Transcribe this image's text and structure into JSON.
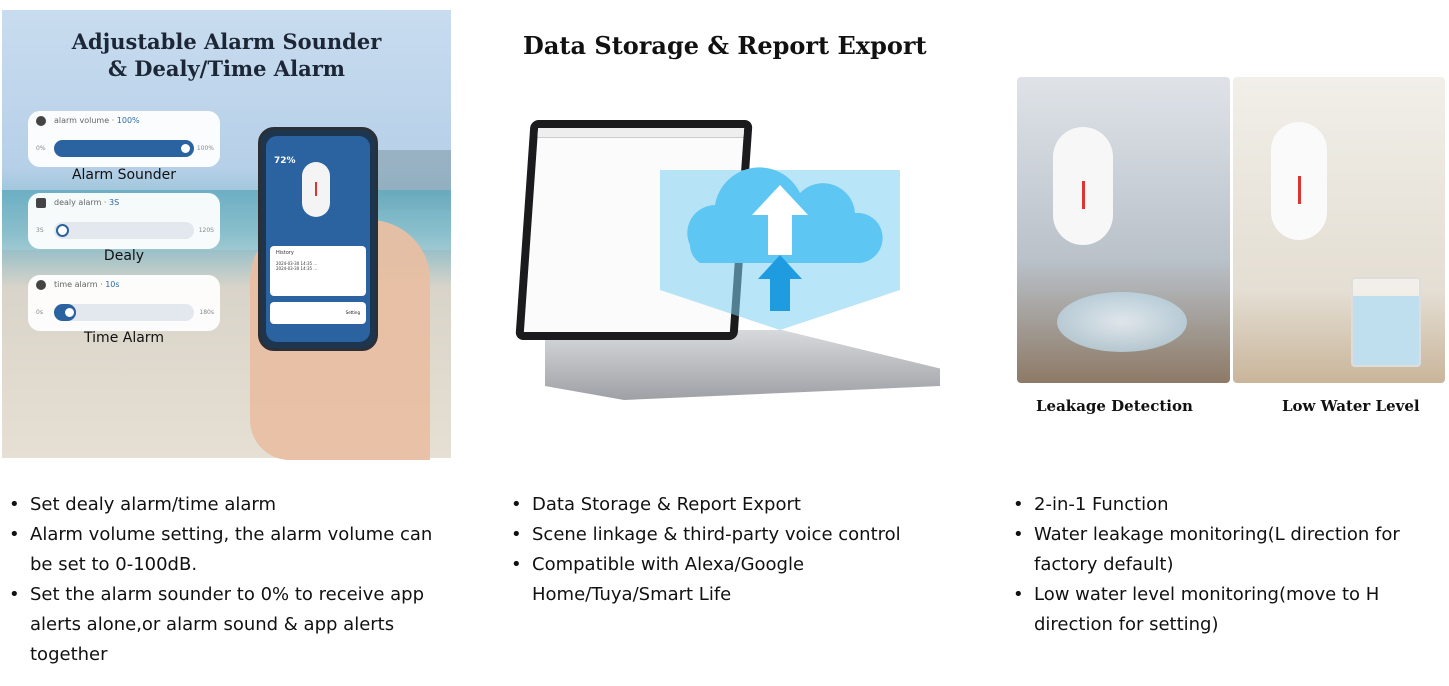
{
  "panel1": {
    "title_line1": "Adjustable Alarm Sounder",
    "title_line2": "& Dealy/Time Alarm",
    "sliders": [
      {
        "label": "alarm volume · ",
        "value": "100%",
        "min": "0%",
        "max": "100%",
        "caption": "Alarm Sounder",
        "fraction": 1.0
      },
      {
        "label": "dealy alarm · ",
        "value": "3S",
        "min": "3S",
        "max": "120S",
        "caption": "Dealy",
        "fraction": 0.0
      },
      {
        "label": "time alarm · ",
        "value": "10s",
        "min": "0s",
        "max": "180s",
        "caption": "Time Alarm",
        "fraction": 0.06
      }
    ],
    "phone": {
      "battery": "72%",
      "history": "History",
      "history_items": [
        "2024-03-30 14:35  ...",
        "2024-03-30 14:35  ..."
      ],
      "setting": "Setting"
    }
  },
  "panel2": {
    "title": "Data Storage & Report Export"
  },
  "panel3": {
    "captions": [
      "Leakage Detection",
      "Low Water Level"
    ]
  },
  "bullets": {
    "col1": [
      "Set dealy alarm/time alarm",
      "Alarm volume setting, the alarm volume can be set to 0-100dB.",
      "Set the alarm sounder to 0% to receive app alerts alone,or alarm sound & app alerts together"
    ],
    "col2": [
      "Data Storage & Report Export",
      "Scene linkage & third-party voice control",
      "Compatible with Alexa/Google Home/Tuya/Smart Life"
    ],
    "col3": [
      "2-in-1 Function",
      "Water leakage monitoring(L direction for factory default)",
      "Low water level monitoring(move to H direction for setting)"
    ]
  }
}
